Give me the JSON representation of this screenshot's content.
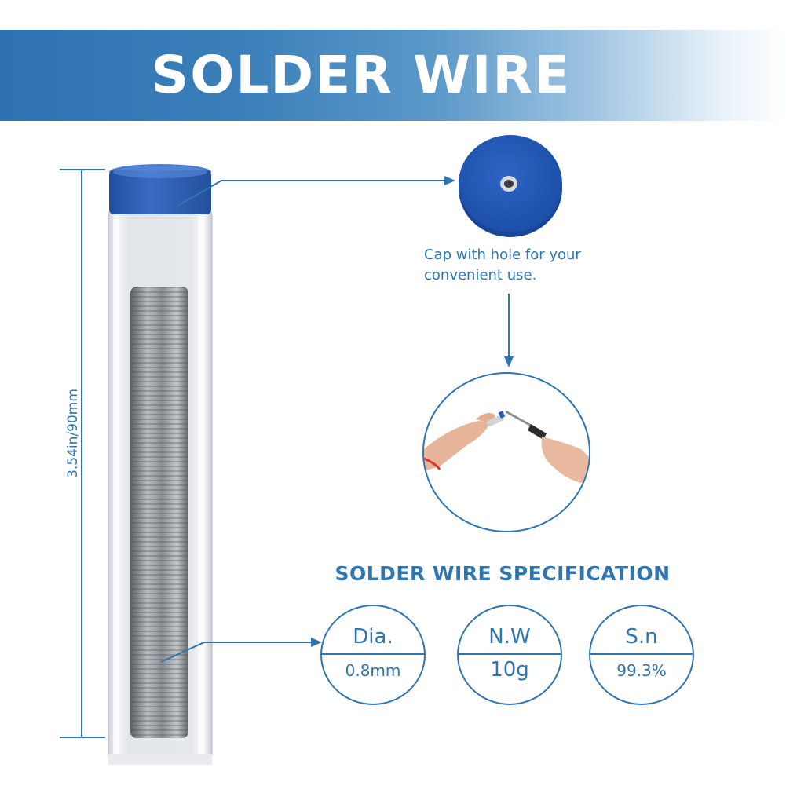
{
  "header": {
    "title": "SOLDER WIRE"
  },
  "dimension": {
    "label": "3.54in/90mm"
  },
  "cap": {
    "caption_line1": "Cap with hole for your",
    "caption_line2": "convenient use."
  },
  "spec": {
    "title": "SOLDER WIRE SPECIFICATION",
    "items": [
      {
        "key": "Dia.",
        "value": "0.8mm"
      },
      {
        "key": "N.W",
        "value": "10g"
      },
      {
        "key": "S.n",
        "value": "99.3%"
      }
    ]
  },
  "colors": {
    "accent": "#2f75b0",
    "cap_blue": "#2e5fb4",
    "banner_start": "#2e72b0"
  }
}
